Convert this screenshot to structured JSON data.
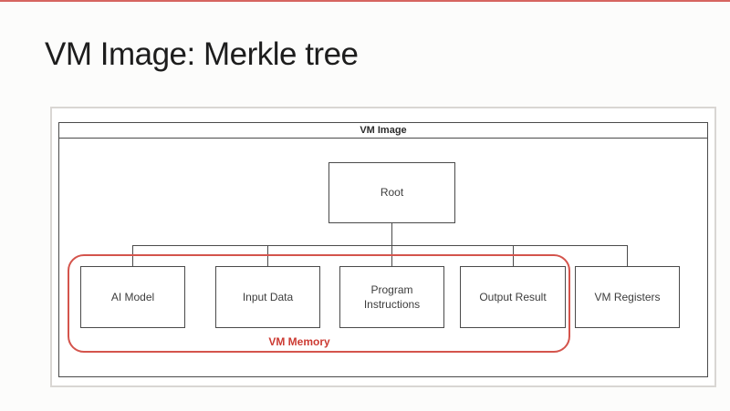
{
  "page": {
    "top_line_color": "#cf4a44",
    "background": "#fcfcfb"
  },
  "title": "VM Image: Merkle tree",
  "diagram": {
    "container_label": "VM Image",
    "root": {
      "label": "Root"
    },
    "children": [
      {
        "label": "AI Model"
      },
      {
        "label": "Input Data"
      },
      {
        "label": "Program Instructions"
      },
      {
        "label": "Output Result"
      },
      {
        "label": "VM Registers"
      }
    ],
    "memory_group": {
      "label": "VM Memory",
      "color": "#cc3b33"
    },
    "line_color": "#4a4a4a"
  }
}
